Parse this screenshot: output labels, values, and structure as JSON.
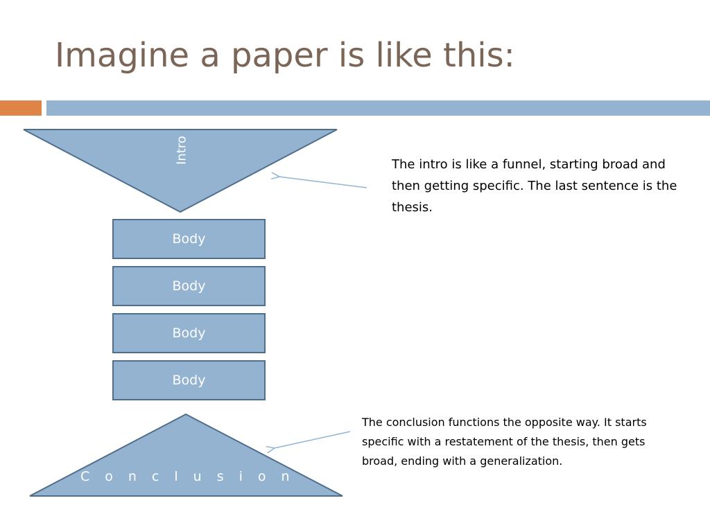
{
  "slide": {
    "title": "Imagine a paper is like this:"
  },
  "colors": {
    "title": "#7a6556",
    "accent_orange": "#de8446",
    "accent_blue": "#93b3d1",
    "shape_fill": "#93b3d1",
    "shape_stroke": "#4f6e8c",
    "arrow": "#93b3d1"
  },
  "diagram": {
    "intro_label": "Intro",
    "body_labels": [
      "Body",
      "Body",
      "Body",
      "Body"
    ],
    "conclusion_label": "Conclusion"
  },
  "notes": {
    "intro": "The intro is like a funnel, starting broad and then getting specific.  The last sentence is the thesis.",
    "conclusion": "The conclusion functions the opposite way.  It starts specific with a restatement of the thesis, then gets broad, ending with a generalization."
  }
}
